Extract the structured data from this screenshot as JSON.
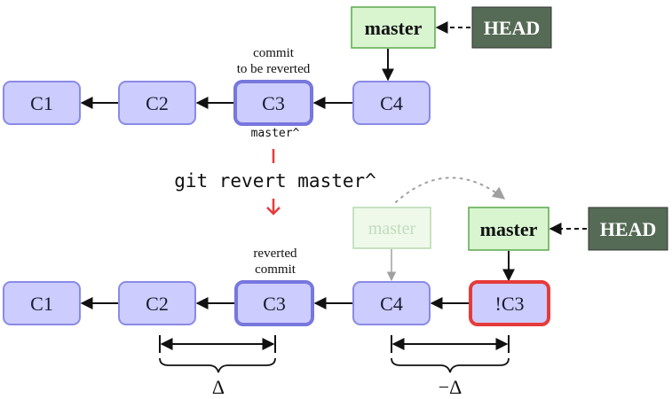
{
  "colors": {
    "commit_fill": "#ccccff",
    "commit_stroke": "#8a8ae6",
    "highlight_stroke": "#7777dd",
    "revert_stroke": "#e63b3b",
    "branch_fill": "#d8f5d0",
    "branch_stroke": "#5aa84a",
    "head_fill": "#556b55",
    "command_arrow": "#e63b3b",
    "ghost": "#b8d8b0"
  },
  "before": {
    "commits": [
      "C1",
      "C2",
      "C3",
      "C4"
    ],
    "branch": "master",
    "head": "HEAD",
    "note_line1": "commit",
    "note_line2": "to be reverted",
    "ref_label": "master^"
  },
  "command": "git revert master^",
  "after": {
    "commits": [
      "C1",
      "C2",
      "C3",
      "C4",
      "!C3"
    ],
    "old_branch": "master",
    "branch": "master",
    "head": "HEAD",
    "note_line1": "reverted",
    "note_line2": "commit",
    "delta_left": "Δ",
    "delta_right": "−Δ"
  }
}
